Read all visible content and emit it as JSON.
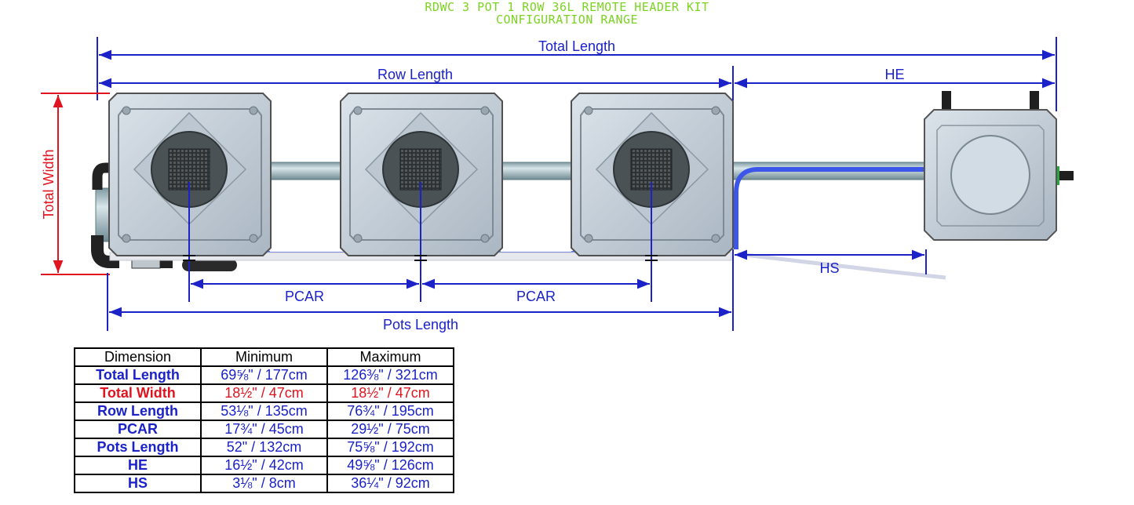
{
  "title": {
    "line1": "RDWC 3 POT 1 ROW 36L REMOTE HEADER KIT",
    "line2": "CONFIGURATION RANGE"
  },
  "labels": {
    "total_length": "Total Length",
    "row_length": "Row Length",
    "he": "HE",
    "total_width": "Total Width",
    "hs": "HS",
    "pcar": "PCAR",
    "pots_length": "Pots Length"
  },
  "colors": {
    "dimension_line": "#1a22c8",
    "width_line": "#e0141e",
    "title_green": "#7bd321",
    "pot_body": "#c9d2dc",
    "pipe": "#9fb6bd",
    "hose": "#3b56e8"
  },
  "table": {
    "headers": [
      "Dimension",
      "Minimum",
      "Maximum"
    ],
    "rows": [
      {
        "name": "Total Length",
        "min": "69⅝\" / 177cm",
        "max": "126⅜\" / 321cm",
        "color": "#1a22c8"
      },
      {
        "name": "Total Width",
        "min": "18½\" / 47cm",
        "max": "18½\" / 47cm",
        "color": "#e0141e"
      },
      {
        "name": "Row Length",
        "min": "53⅛\" / 135cm",
        "max": "76¾\" / 195cm",
        "color": "#1a22c8"
      },
      {
        "name": "PCAR",
        "min": "17¾\" / 45cm",
        "max": "29½\" / 75cm",
        "color": "#1a22c8"
      },
      {
        "name": "Pots Length",
        "min": "52\" / 132cm",
        "max": "75⅝\" / 192cm",
        "color": "#1a22c8"
      },
      {
        "name": "HE",
        "min": "16½\" / 42cm",
        "max": "49⅝\" / 126cm",
        "color": "#1a22c8"
      },
      {
        "name": "HS",
        "min": "3⅛\" / 8cm",
        "max": "36¼\" / 92cm",
        "color": "#1a22c8"
      }
    ]
  }
}
